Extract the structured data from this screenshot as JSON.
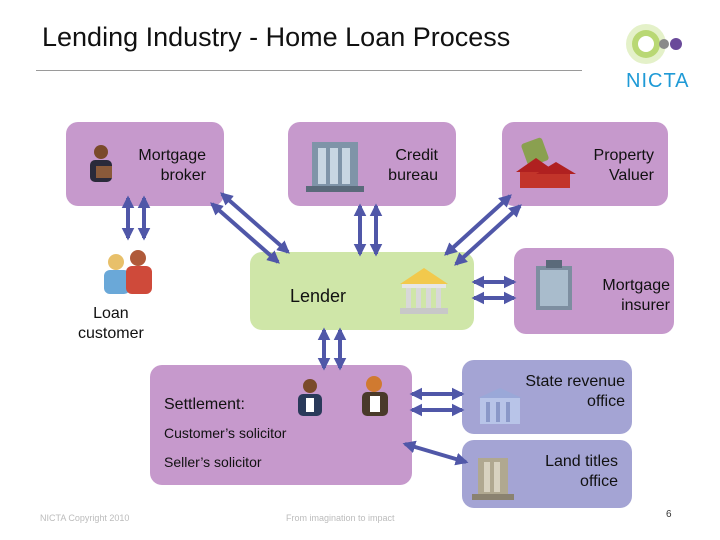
{
  "title": "Lending Industry - Home Loan Process",
  "logo": {
    "text": "NICTA",
    "icon": "nicta-dots-logo"
  },
  "nodes": {
    "broker": "Mortgage\nbroker",
    "credit": "Credit\nbureau",
    "valuer": "Property\nValuer",
    "lender": "Lender",
    "insurer": "Mortgage\ninsurer",
    "customer": "Loan\ncustomer",
    "settlement": "Settlement:",
    "customer_solicitor": "Customer’s solicitor",
    "seller_solicitor": "Seller’s solicitor",
    "state_revenue": "State revenue\noffice",
    "land_titles": "Land titles\noffice"
  },
  "footer": {
    "copyright": "NICTA Copyright 2010",
    "tagline": "From imagination to impact",
    "page": "6"
  },
  "colors": {
    "purple_box": "#c699cc",
    "lender_box": "#cfe6a8",
    "office_box": "#a4a4d4",
    "arrow": "#5057a8",
    "logo_blue": "#1f9ad6"
  }
}
